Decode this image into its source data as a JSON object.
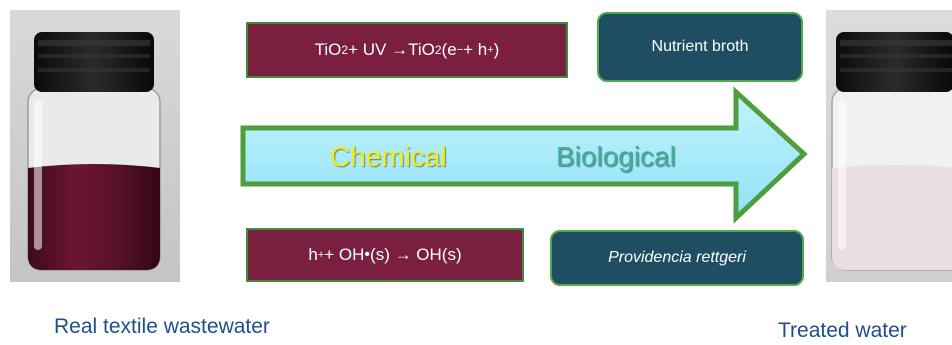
{
  "equations": {
    "top": {
      "pre": "TiO",
      "sub1": "2",
      "mid1": " + UV →TiO",
      "sub2": "2",
      "mid2": " (e",
      "sup1": "−",
      "mid3": " + h",
      "sup2": "+",
      "post": ")"
    },
    "bottom": {
      "pre": "h",
      "sup1": "+",
      "mid1": " + OH",
      "dot": "•",
      "post": " (s) → OH(s)"
    }
  },
  "boxes": {
    "nutrient": "Nutrient broth",
    "organism": "Providencia rettgeri"
  },
  "arrow": {
    "chemical": "Chemical",
    "biological": "Biological"
  },
  "captions": {
    "left": "Real  textile wastewater",
    "right": "Treated water"
  },
  "colors": {
    "equation_box": "#7a1f3f",
    "bio_box": "#1f4e63",
    "arrow_fill": "#a7ecfb",
    "arrow_border": "#4f9e3d",
    "chemical_text": "#f2ee1a",
    "biological_text": "#3fb19a",
    "caption_text": "#1f4e8c",
    "wastewater_liquid": "#5a1029",
    "treated_liquid": "#eadde4"
  }
}
